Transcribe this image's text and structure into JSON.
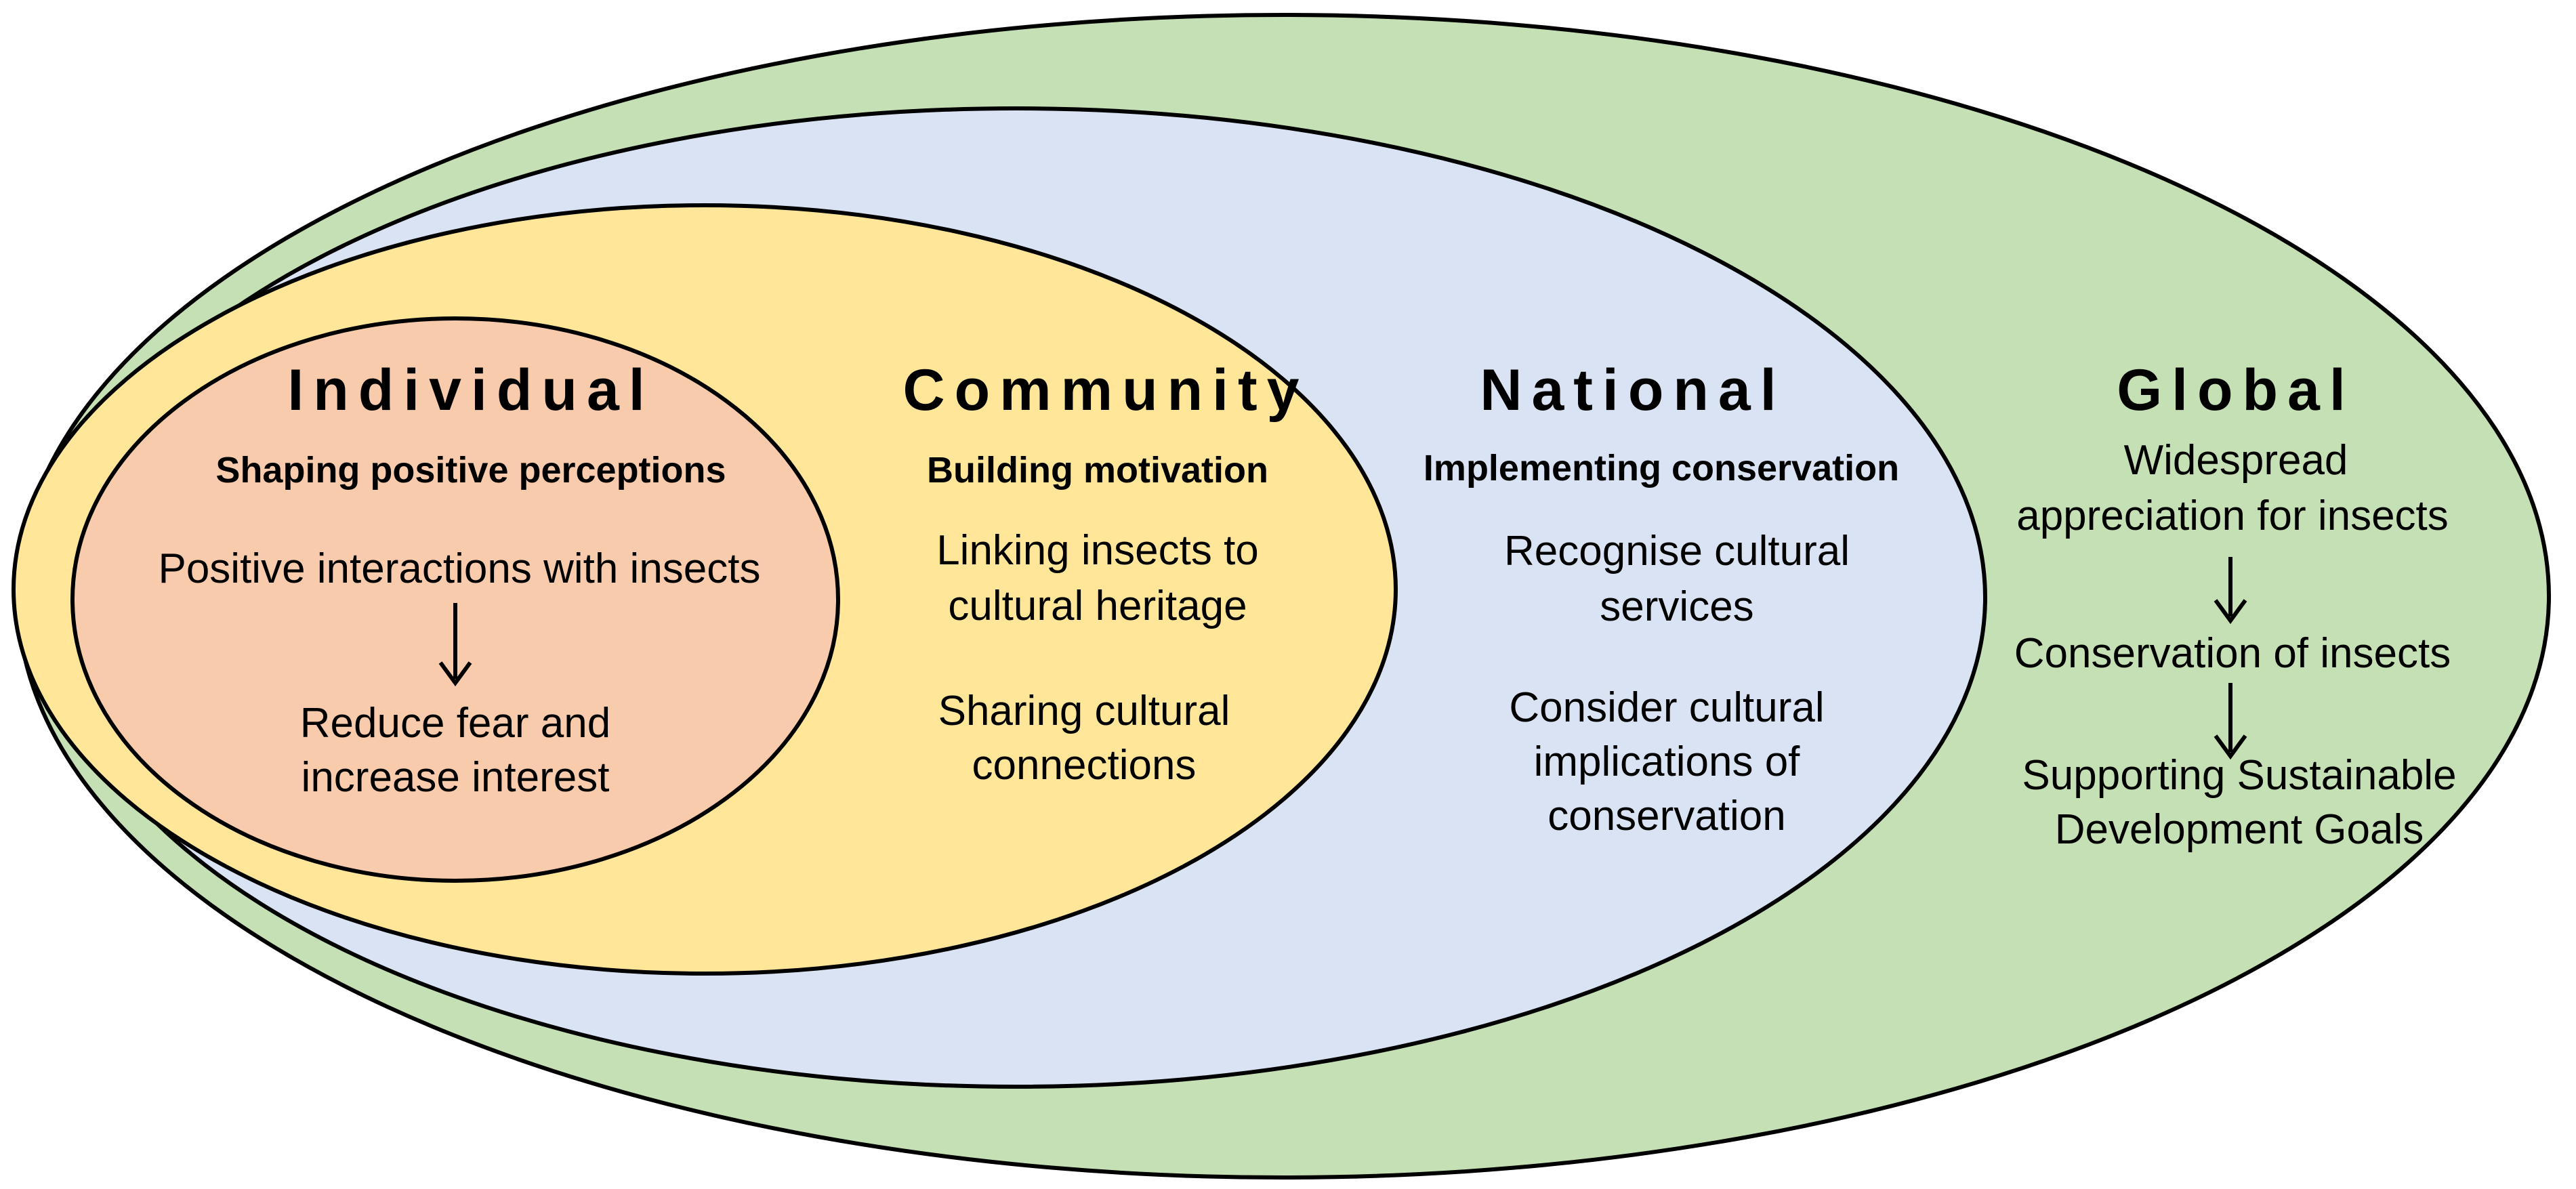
{
  "colors": {
    "global": "#c5e0b4",
    "national": "#dae3f3",
    "community": "#ffe699",
    "individual": "#f8cbad",
    "outline": "#000000"
  },
  "levels": {
    "individual": {
      "title": "Individual",
      "subtitle": "Shaping positive perceptions",
      "items": [
        "Positive interactions with insects",
        "Reduce fear and",
        "increase interest"
      ]
    },
    "community": {
      "title": "Community",
      "subtitle": "Building motivation",
      "items": [
        "Linking insects to",
        "cultural heritage",
        "Sharing cultural",
        "connections"
      ]
    },
    "national": {
      "title": "National",
      "subtitle": "Implementing conservation",
      "items": [
        "Recognise cultural",
        "services",
        "Consider cultural",
        "implications of",
        "conservation"
      ]
    },
    "global": {
      "title": "Global",
      "items": [
        "Widespread",
        "appreciation for insects",
        "Conservation of insects",
        "Supporting Sustainable",
        "Development Goals"
      ]
    }
  }
}
